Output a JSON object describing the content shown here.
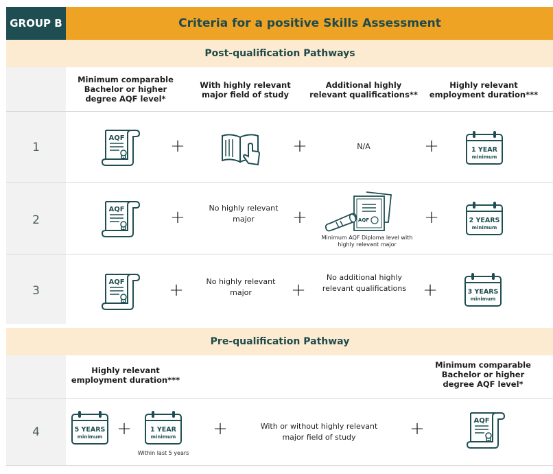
{
  "header": {
    "group": "GROUP B",
    "title": "Criteria for a positive Skills Assessment"
  },
  "post": {
    "band": "Post-qualification Pathways",
    "columns": [
      "Minimum comparable Bachelor or higher degree AQF level*",
      "With highly relevant major field of study",
      "Additional highly relevant qualifications**",
      "Highly relevant employment duration***"
    ],
    "rows": [
      {
        "num": "1",
        "major": "",
        "additional": "N/A",
        "years": "1 YEAR"
      },
      {
        "num": "2",
        "major": "No highly relevant major",
        "additional": "",
        "additional_caption": "Minimum AQF Diploma level with highly relevant major",
        "years": "2 YEARS"
      },
      {
        "num": "3",
        "major": "No highly relevant major",
        "additional": "No additional highly relevant qualifications",
        "years": "3 YEARS"
      }
    ]
  },
  "pre": {
    "band": "Pre-qualification Pathway",
    "col_left": "Highly relevant employment duration***",
    "col_right": "Minimum comparable Bachelor or higher degree AQF level*",
    "row": {
      "num": "4",
      "years_a": "5 YEARS",
      "years_b": "1 YEAR",
      "caption": "Within last 5 years",
      "major": "With or without highly relevant major field of study"
    }
  },
  "icons": {
    "aqf": "AQF",
    "minimum": "minimum",
    "plus": "+"
  },
  "colors": {
    "teal": "#1f4e52",
    "orange": "#eea325",
    "band": "#fcebd0",
    "gutter": "#f2f2f2"
  }
}
